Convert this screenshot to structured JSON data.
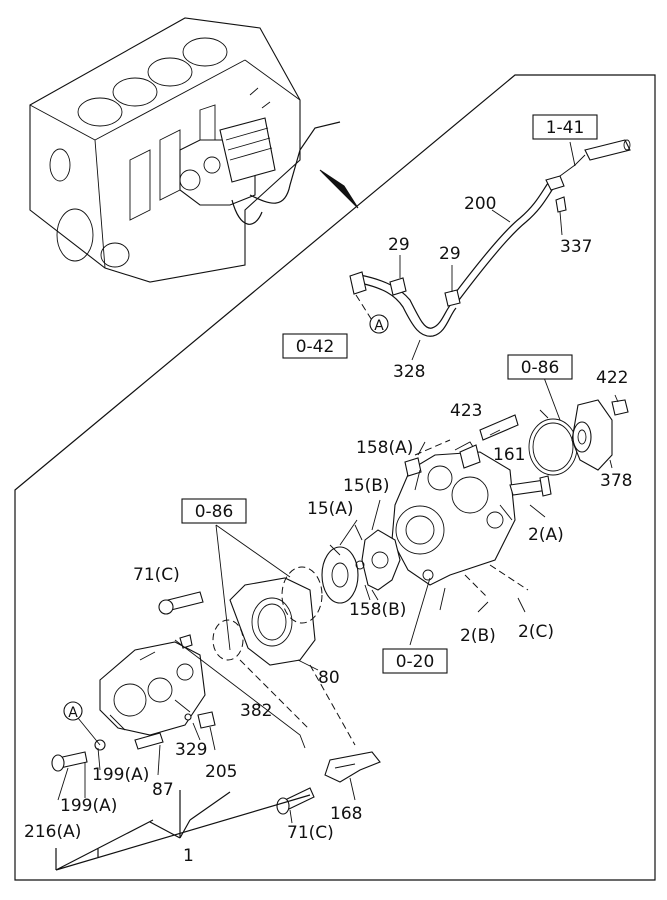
{
  "refs": {
    "r0_86_top": "0-86",
    "r0_86_left": "0-86",
    "r0_20": "0-20",
    "r0_42": "0-42",
    "r1_41": "1-41"
  },
  "callouts": {
    "c200": "200",
    "c337": "337",
    "c29a": "29",
    "c29b": "29",
    "c328": "328",
    "c422": "422",
    "c423": "423",
    "c378": "378",
    "c158a": "158(A)",
    "c161": "161",
    "c15b": "15(B)",
    "c15a": "15(A)",
    "c2a": "2(A)",
    "c71c_top": "71(C)",
    "c158b": "158(B)",
    "c2b": "2(B)",
    "c2c": "2(C)",
    "c80": "80",
    "c382": "382",
    "c329": "329",
    "c205": "205",
    "c199a_1": "199(A)",
    "c87": "87",
    "c199a_2": "199(A)",
    "c216a": "216(A)",
    "c1": "1",
    "c168": "168",
    "c71c_bot": "71(C)"
  },
  "markers": {
    "a_top": "A",
    "a_left": "A"
  }
}
